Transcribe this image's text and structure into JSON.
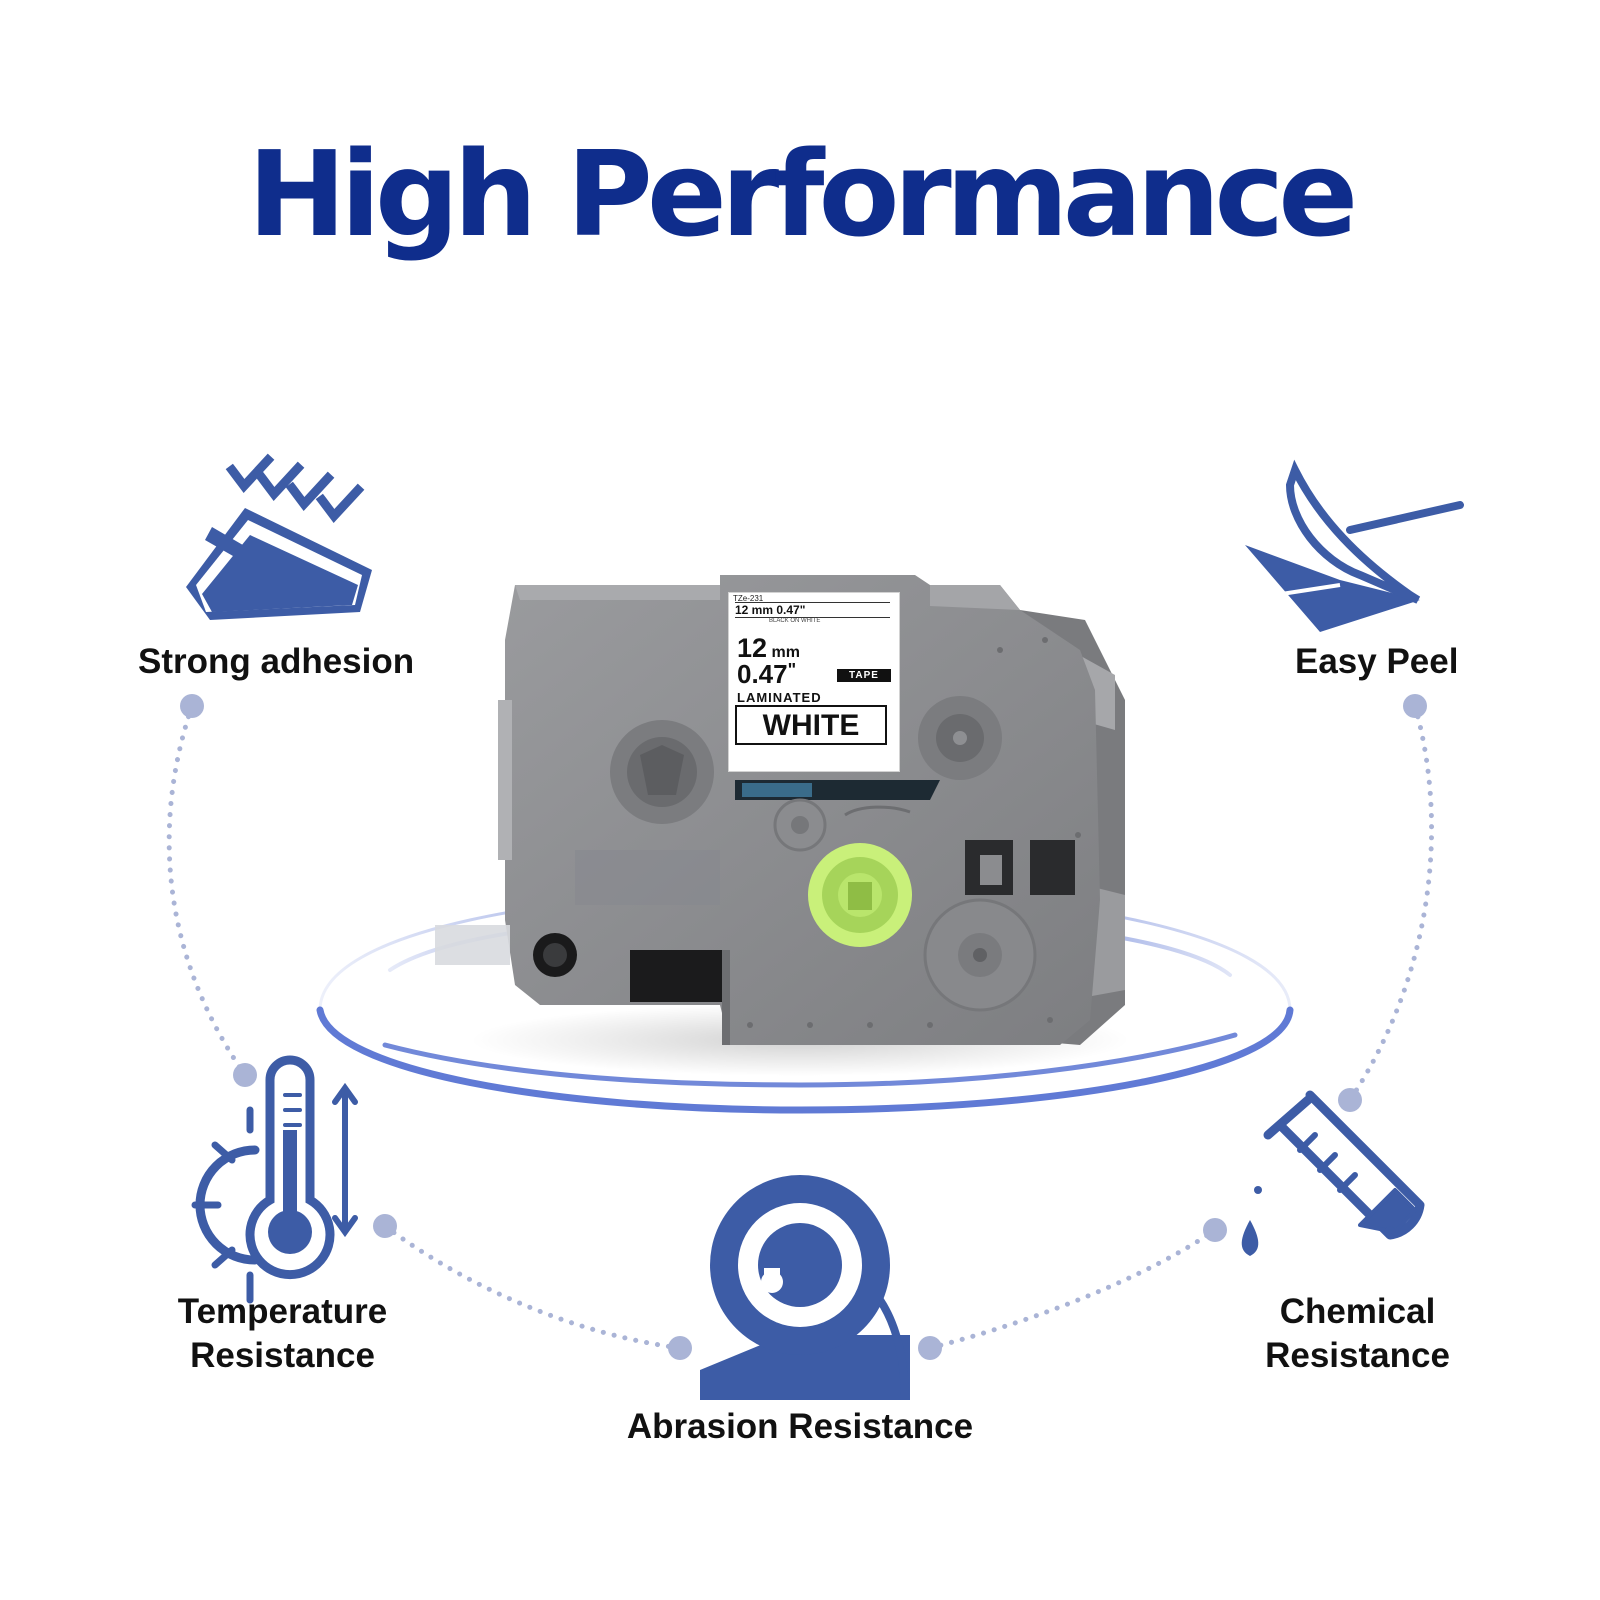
{
  "title": "High Performance",
  "colors": {
    "title": "#0f2d8c",
    "icon": "#3d5ca6",
    "dots": "#aab4d6",
    "ring": "#4f6bd0",
    "cartridge_body": "#8c8d90",
    "cartridge_shadow": "#6c6d70",
    "spool": "#c9f07a"
  },
  "features": {
    "strong_adhesion": {
      "label": "Strong adhesion",
      "icon": "adhesion-icon"
    },
    "easy_peel": {
      "label": "Easy Peel",
      "icon": "peel-icon"
    },
    "temperature": {
      "line1": "Temperature",
      "line2": "Resistance",
      "icon": "thermometer-icon"
    },
    "abrasion": {
      "label": "Abrasion Resistance",
      "icon": "tape-roll-icon"
    },
    "chemical": {
      "line1": "Chemical",
      "line2": "Resistance",
      "icon": "test-tube-icon"
    }
  },
  "cartridge": {
    "top_code": "TZe-231",
    "top_line": "12 mm 0.47\"",
    "top_sub": "BLACK ON WHITE",
    "width_mm": "12",
    "unit_mm": "mm",
    "width_in": "0.47",
    "inch_mark": "\"",
    "tape_badge": "TAPE",
    "laminated": "LAMINATED",
    "color_name": "WHITE"
  }
}
